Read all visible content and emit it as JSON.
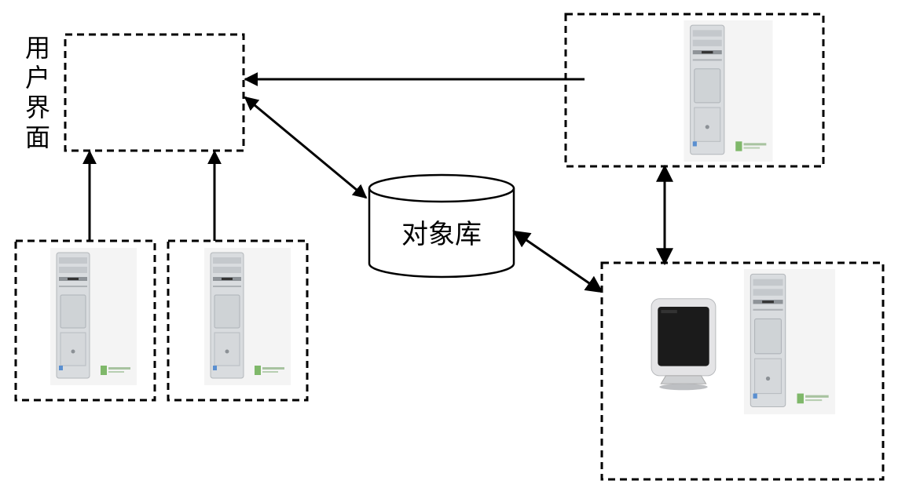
{
  "ui_label": "用户界面",
  "ui_label_chars": [
    "用",
    "户",
    "界",
    "面"
  ],
  "db_label": "对象库",
  "colors": {
    "line": "#000000",
    "case_body": "#d9dcdf",
    "case_dark": "#9ea3a8",
    "badge_green": "#7fb86a",
    "screen": "#1b1b1b",
    "monitor_bezel": "#e4e4e6"
  },
  "icons": [
    "tower-computer-icon",
    "monitor-icon",
    "database-cylinder-icon"
  ]
}
